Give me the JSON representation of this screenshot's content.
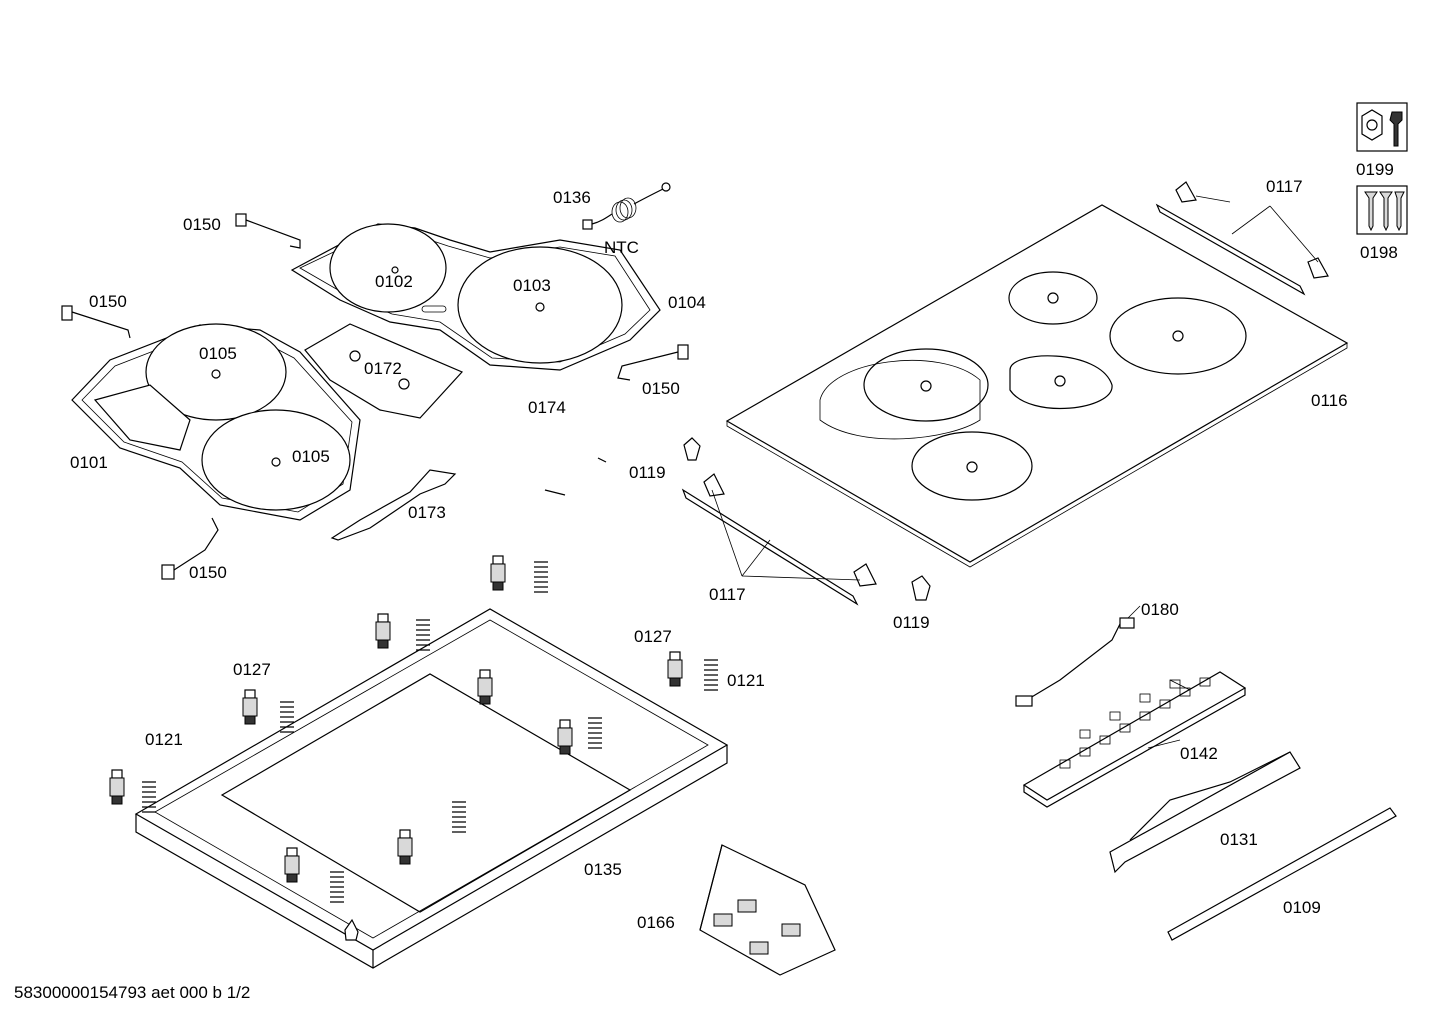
{
  "labels": {
    "p0199": "0199",
    "p0198": "0198",
    "p0136": "0136",
    "ntc": "NTC",
    "p0150_a": "0150",
    "p0150_b": "0150",
    "p0150_c": "0150",
    "p0150_d": "0150",
    "p0102": "0102",
    "p0103": "0103",
    "p0104": "0104",
    "p0105_a": "0105",
    "p0105_b": "0105",
    "p0172": "0172",
    "p0174": "0174",
    "p0101": "0101",
    "p0173": "0173",
    "p0117_a": "0117",
    "p0117_b": "0117",
    "p0116": "0116",
    "p0119_a": "0119",
    "p0119_b": "0119",
    "p0127_a": "0127",
    "p0127_b": "0127",
    "p0121_a": "0121",
    "p0121_b": "0121",
    "p0135": "0135",
    "p0166": "0166",
    "p0180": "0180",
    "p0142": "0142",
    "p0131": "0131",
    "p0109": "0109"
  },
  "footer": {
    "document_id": "58300000154793 aet 000 b 1/2"
  },
  "icons": {
    "service_tool": "wrench-nut-icon",
    "screws": "screws-icon"
  }
}
